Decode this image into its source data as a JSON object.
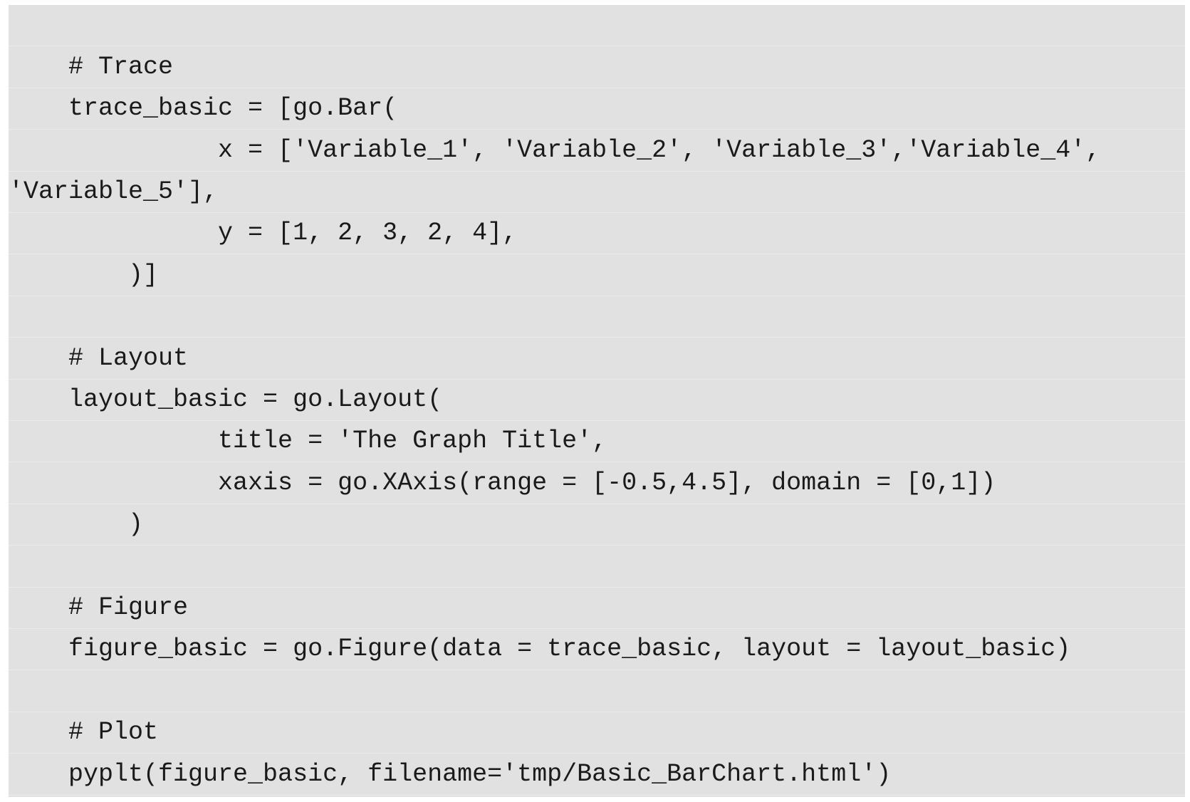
{
  "code_lines": [
    "",
    "    # Trace",
    "    trace_basic = [go.Bar(",
    "              x = ['Variable_1', 'Variable_2', 'Variable_3','Variable_4',",
    "'Variable_5'],",
    "              y = [1, 2, 3, 2, 4],",
    "        )]",
    "",
    "    # Layout",
    "    layout_basic = go.Layout(",
    "              title = 'The Graph Title',",
    "              xaxis = go.XAxis(range = [-0.5,4.5], domain = [0,1])",
    "        )",
    "",
    "    # Figure",
    "    figure_basic = go.Figure(data = trace_basic, layout = layout_basic)",
    "",
    "    # Plot",
    "    pyplt(figure_basic, filename='tmp/Basic_BarChart.html')"
  ]
}
